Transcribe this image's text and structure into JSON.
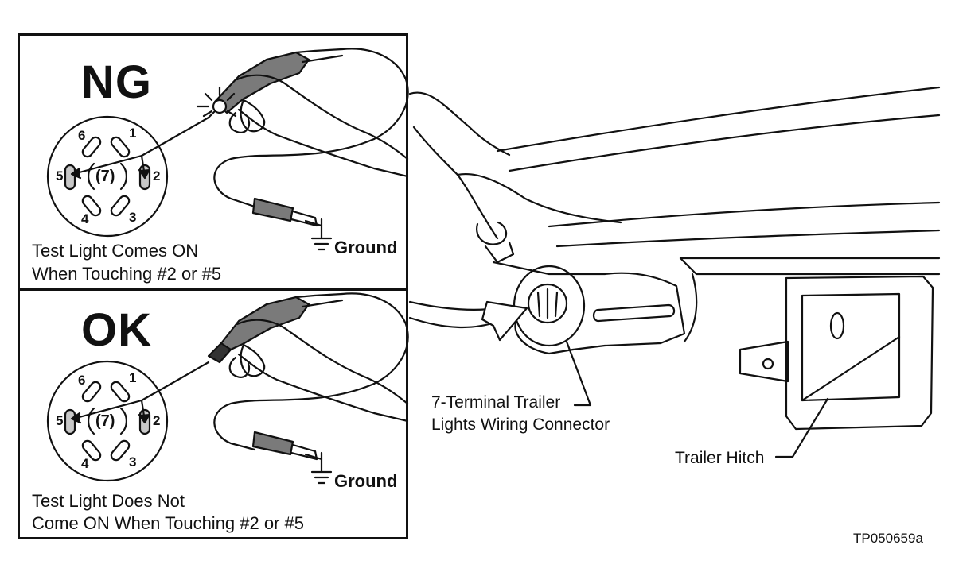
{
  "panel_ng": {
    "status": "NG",
    "caption_line1": "Test Light Comes ON",
    "caption_line2": "When Touching #2 or #5",
    "ground_label": "Ground"
  },
  "panel_ok": {
    "status": "OK",
    "caption_line1": "Test Light Does Not",
    "caption_line2": "Come ON When Touching #2 or #5",
    "ground_label": "Ground"
  },
  "pins": [
    "1",
    "2",
    "3",
    "4",
    "5",
    "6",
    "(7)"
  ],
  "callouts": {
    "connector_line1": "7-Terminal Trailer",
    "connector_line2": "Lights Wiring Connector",
    "hitch": "Trailer Hitch"
  },
  "figure_code": "TP050659a",
  "colors": {
    "line": "#111111",
    "probe_gray": "#7a7a7a",
    "pin_fill": "#c8c8c8"
  }
}
